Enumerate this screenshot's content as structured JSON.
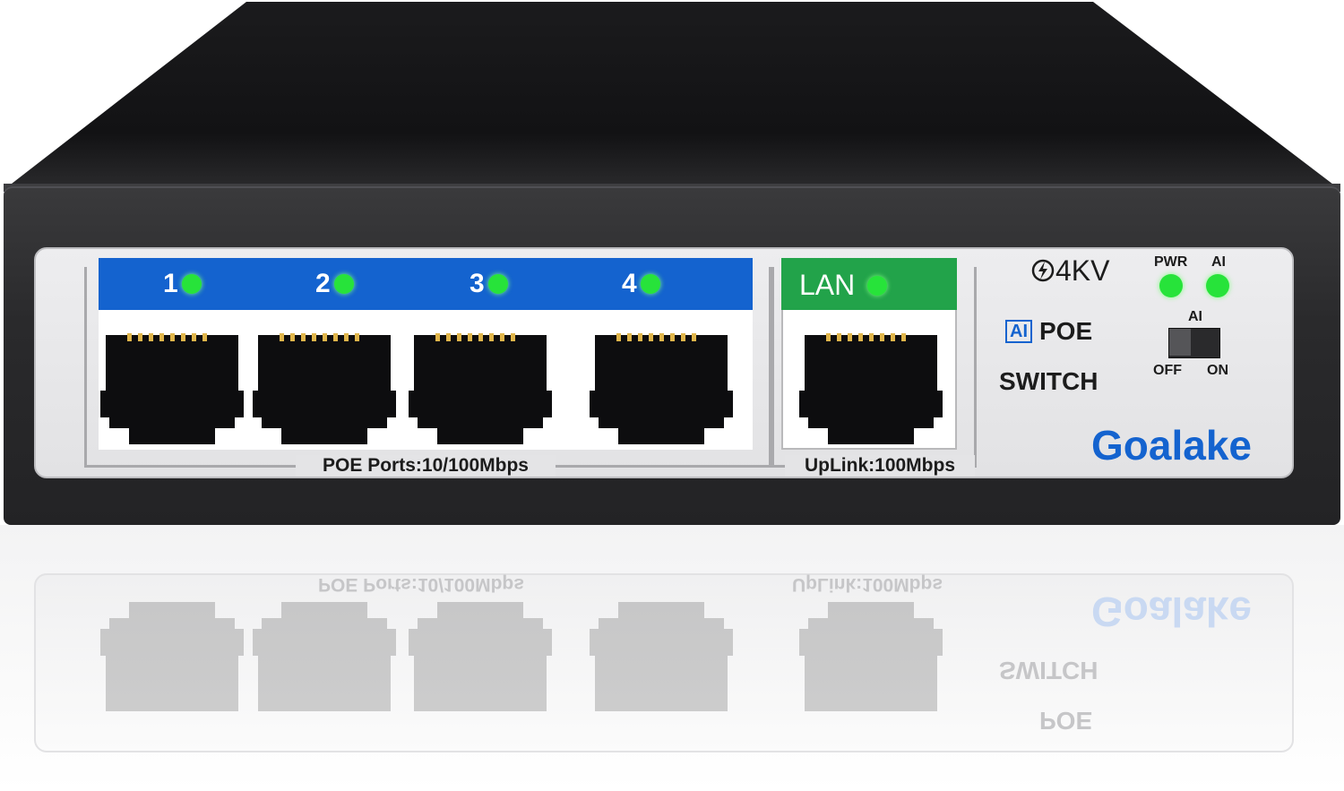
{
  "device": {
    "port_labels": [
      "1",
      "2",
      "3",
      "4"
    ],
    "lan_label": "LAN",
    "poe_ports_label": "POE Ports:10/100Mbps",
    "uplink_label": "UpLink:100Mbps",
    "surge_label": "4KV",
    "ai_badge": "AI",
    "poe_label": "POE",
    "switch_label": "SWITCH",
    "brand": "Goalake",
    "pwr_label": "PWR",
    "ai_led_label": "AI",
    "dip_label": "AI",
    "dip_off": "OFF",
    "dip_on": "ON"
  },
  "colors": {
    "port_strip": "#1463cf",
    "lan_strip": "#22a34a",
    "led_green": "#27e33a",
    "brand_blue": "#1463cf",
    "chassis": "#2a2a2c"
  },
  "icons": [
    "lightning-surge-icon",
    "rj45-port-icon",
    "dip-switch-icon"
  ]
}
